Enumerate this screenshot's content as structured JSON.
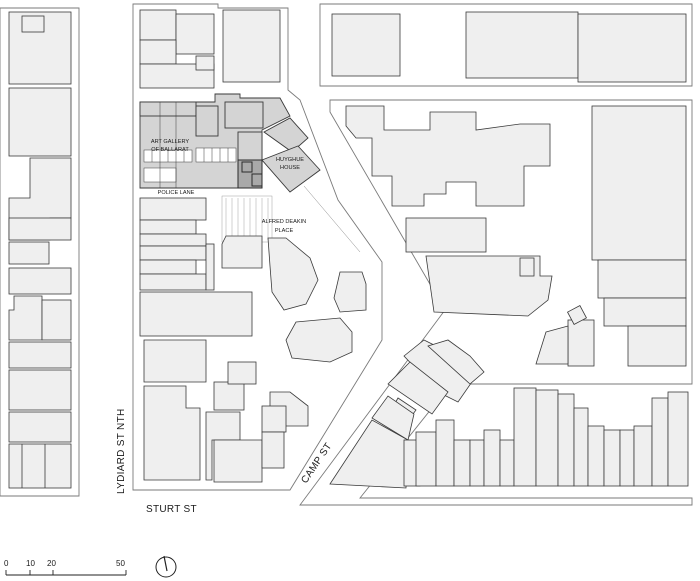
{
  "map": {
    "labels": {
      "art_gallery_line1": "ART GALLERY",
      "art_gallery_line2": "OF BALLARAT",
      "huyghue_line1": "HUYGHUE",
      "huyghue_line2": "HOUSE",
      "police_lane": "POLICE LANE",
      "alfred_deakin_line1": "ALFRED DEAKIN",
      "alfred_deakin_line2": "PLACE",
      "lydiard_st": "LYDIARD ST NTH",
      "camp_st": "CAMP ST",
      "sturt_st": "STURT ST"
    },
    "scale_bar": {
      "ticks": [
        "0",
        "10",
        "20",
        "50"
      ]
    },
    "north_arrow_icon": "north-arrow-icon",
    "colors": {
      "highlight": "#d4d4d4",
      "highlight_dark": "#a9a9a9",
      "building": "#efefef"
    }
  }
}
